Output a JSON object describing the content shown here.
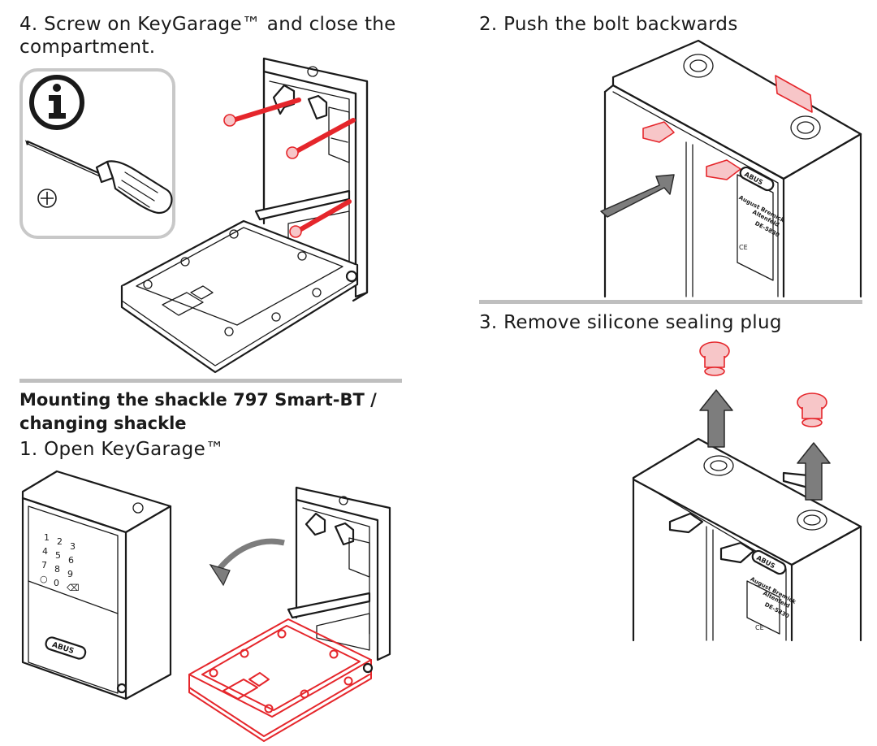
{
  "step4": {
    "title_line1": "4. Screw on KeyGarage™ and close the",
    "title_line2": "compartment."
  },
  "step2": {
    "title": "2. Push the bolt backwards"
  },
  "step3": {
    "title": "3. Remove silicone sealing plug"
  },
  "section": {
    "heading_line1": "Mounting the shackle 797 Smart-BT /",
    "heading_line2": "changing shackle"
  },
  "step1": {
    "title": "1. Open KeyGarage™"
  },
  "info_box": {
    "icon": "info-icon",
    "screw_type_symbol": "⊕"
  },
  "keypad": {
    "keys": [
      "1",
      "2",
      "3",
      "4",
      "5",
      "6",
      "7",
      "8",
      "9",
      "○",
      "0",
      "⌫"
    ]
  },
  "brand": {
    "logo": "ABUS"
  },
  "device_label": {
    "line1": "August Bremick",
    "line2": "Altenfeld",
    "line3": "DE-5830",
    "ce": "CE"
  },
  "colors": {
    "highlight": "#e5262b",
    "arrow": "#7d7d7d",
    "rule": "#bfbfbf",
    "info_border": "#c8c8c8"
  }
}
